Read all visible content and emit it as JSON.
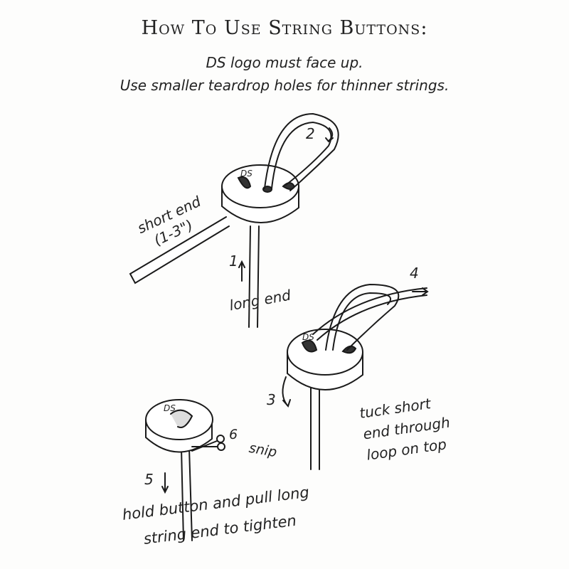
{
  "title": "How To Use String Buttons:",
  "subtitle_lines": [
    "DS logo must face up.",
    "Use smaller teardrop holes for thinner strings."
  ],
  "logo_text": "DS",
  "steps": {
    "step1": {
      "number": "1",
      "label": "long end"
    },
    "short_end": {
      "line1": "short end",
      "line2": "(1-3\")"
    },
    "step2": {
      "number": "2"
    },
    "step3": {
      "number": "3"
    },
    "step4": {
      "number": "4"
    },
    "tuck": {
      "line1": "tuck short",
      "line2": "end through",
      "line3": "loop on top"
    },
    "step5": {
      "number": "5"
    },
    "step6": {
      "number": "6",
      "label": "snip"
    },
    "hold": {
      "line1": "hold button and pull long",
      "line2": "string end to tighten"
    }
  }
}
